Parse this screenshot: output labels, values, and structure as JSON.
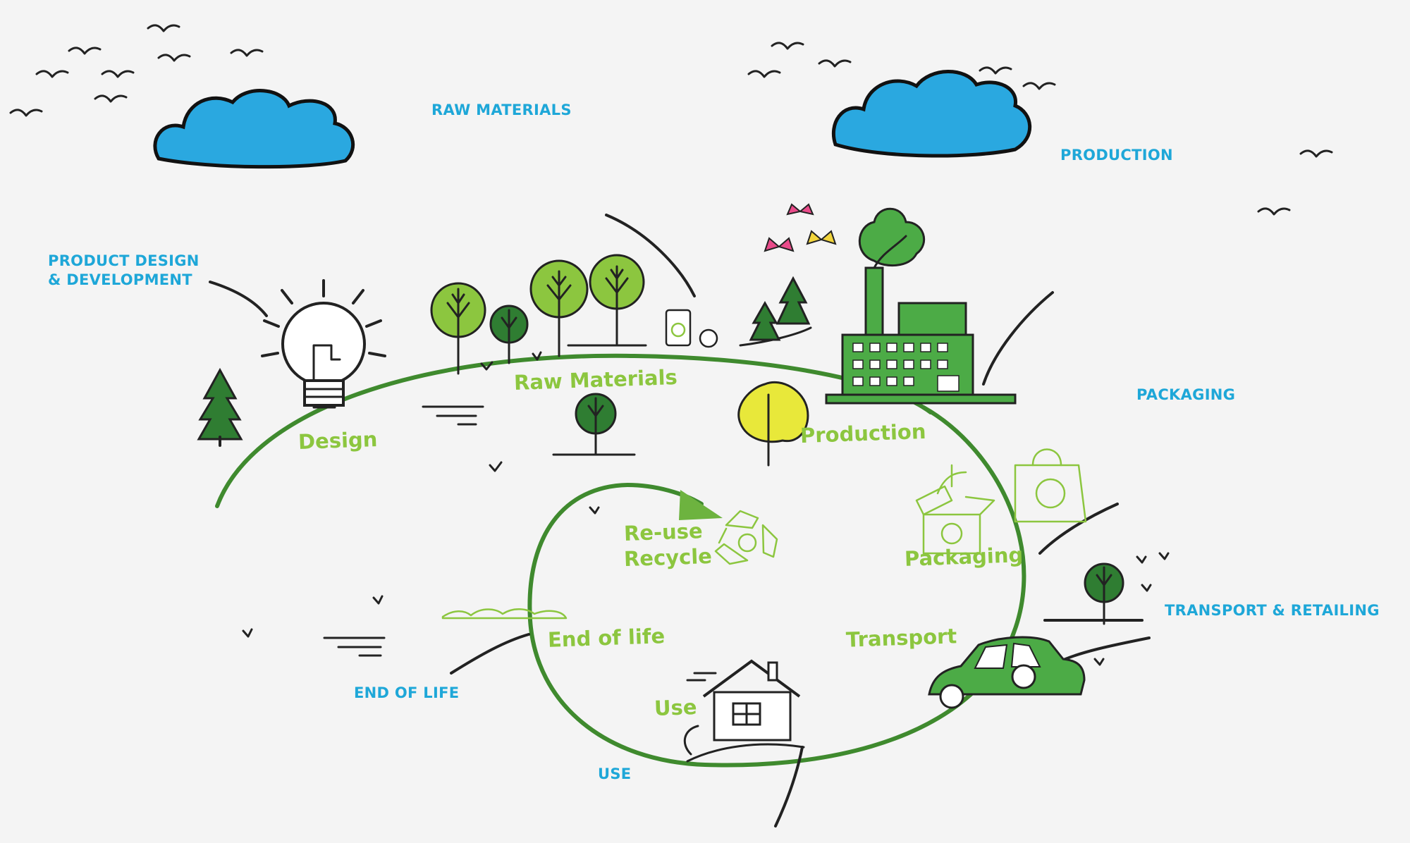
{
  "stages": {
    "raw_materials": "RAW MATERIALS",
    "production": "PRODUCTION",
    "product_design": "PRODUCT DESIGN",
    "product_design_line2": "& DEVELOPMENT",
    "packaging": "PACKAGING",
    "transport_retailing": "TRANSPORT & RETAILING",
    "end_of_life": "END OF LIFE",
    "use": "USE"
  },
  "cycle": {
    "design": "Design",
    "raw_materials": "Raw Materials",
    "production": "Production",
    "reuse": "Re-use",
    "recycle": "Recycle",
    "packaging": "Packaging",
    "end_of_life": "End of life",
    "transport": "Transport",
    "use": "Use"
  },
  "colors": {
    "caption_blue": "#1ea7d8",
    "cycle_green": "#8cc63f",
    "loop_dark_green": "#3f8a2e",
    "cloud_blue": "#2aa8e0"
  },
  "icons": [
    "cloud-icon",
    "bird-icon",
    "lightbulb-icon",
    "tree-icon",
    "factory-icon",
    "butterfly-icon",
    "recycle-icon",
    "box-icon",
    "bag-icon",
    "house-icon",
    "car-icon"
  ]
}
